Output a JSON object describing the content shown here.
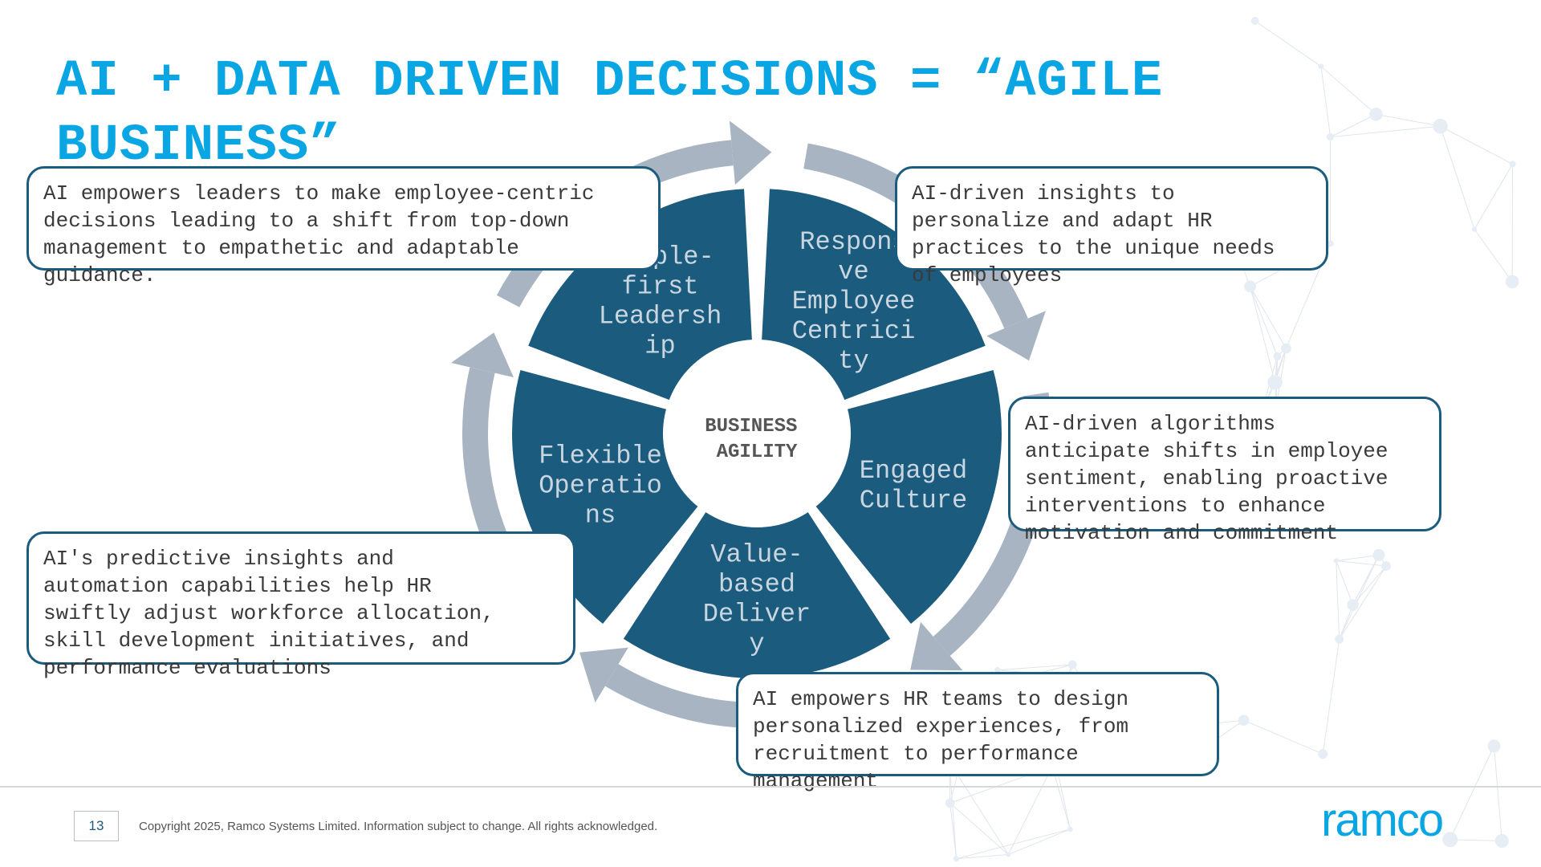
{
  "slide": {
    "title": "AI + DATA DRIVEN DECISIONS = “AGILE BUSINESS”",
    "page_number": "13",
    "copyright": "Copyright 2025, Ramco Systems Limited. Information subject to change. All rights acknowledged.",
    "logo_text": "ramco"
  },
  "diagram": {
    "center_label": [
      "BUSINESS",
      "AGILITY"
    ],
    "segments": [
      {
        "label": [
          "People-",
          "first",
          "Leadersh",
          "ip"
        ]
      },
      {
        "label": [
          "Respons",
          "ve",
          "Employee",
          "Centrici",
          "ty"
        ]
      },
      {
        "label": [
          "Engaged",
          "Culture"
        ]
      },
      {
        "label": [
          "Value-",
          "based",
          "Deliver",
          "y"
        ]
      },
      {
        "label": [
          "Flexible",
          "Operatio",
          "ns"
        ]
      }
    ]
  },
  "callouts": {
    "people_first": "AI empowers leaders to make employee-centric\ndecisions leading to a shift from top-down\nmanagement to empathetic and adaptable\nguidance.",
    "responsive": "AI-driven insights to\npersonalize and adapt HR\npractices to the unique needs\nof employees",
    "engaged": "AI-driven algorithms\nanticipate shifts in employee\nsentiment, enabling proactive\ninterventions to enhance\nmotivation and commitment",
    "value_based": "AI empowers HR teams to design\npersonalized experiences, from\nrecruitment to performance\nmanagement",
    "flexible": "AI's predictive insights and\nautomation capabilities help HR\nswiftly adjust workforce allocation,\nskill development initiatives, and\nperformance evaluations"
  },
  "colors": {
    "title": "#0aa6e3",
    "segment_fill": "#1a5b7e",
    "ring_arrow": "#a8b4c2",
    "segment_text": "#c9d6e0",
    "callout_border": "#1a5b7e",
    "logo": "#0aa6e3"
  }
}
